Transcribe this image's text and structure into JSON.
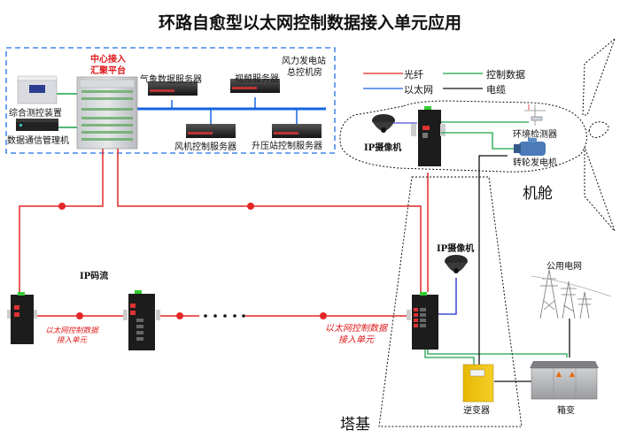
{
  "title": "环路自愈型以太网控制数据接入单元应用",
  "colors": {
    "fiber": "#e32626",
    "ethernet": "#1565e0",
    "control": "#1aa34a",
    "cable": "#111111",
    "room_border": "#1e6fe6"
  },
  "legend": {
    "items": [
      {
        "label": "光纤",
        "color": "#e32626"
      },
      {
        "label": "控制数据",
        "color": "#1aa34a"
      },
      {
        "label": "以太网",
        "color": "#1565e0"
      },
      {
        "label": "电缆",
        "color": "#111111"
      }
    ]
  },
  "control_room": {
    "label_line1": "风力发电站",
    "label_line2": "总控机房",
    "platform_line1": "中心接入",
    "platform_line2": "汇聚平台",
    "devices": {
      "measure": "综合测控装置",
      "comm_manager": "数据通信管理机",
      "weather_server": "气象数据服务器",
      "video_server": "视频服务器",
      "fan_server": "风机控制服务器",
      "booster_server": "升压站控制服务器"
    }
  },
  "nacelle": {
    "label": "机舱",
    "camera": "IP摄像机",
    "env_detector": "环境检测器",
    "generator": "转轮发电机"
  },
  "tower": {
    "label": "塔基",
    "camera": "IP摄像机",
    "inverter": "逆变器",
    "box_transformer": "箱变",
    "public_grid": "公用电网"
  },
  "ring": {
    "ip_stream": "IP码流",
    "unit_label_line1": "以太网控制数据",
    "unit_label_line2": "接入单元",
    "unit_label2_line1": "以太网控制数据",
    "unit_label2_line2": "接入单元"
  }
}
